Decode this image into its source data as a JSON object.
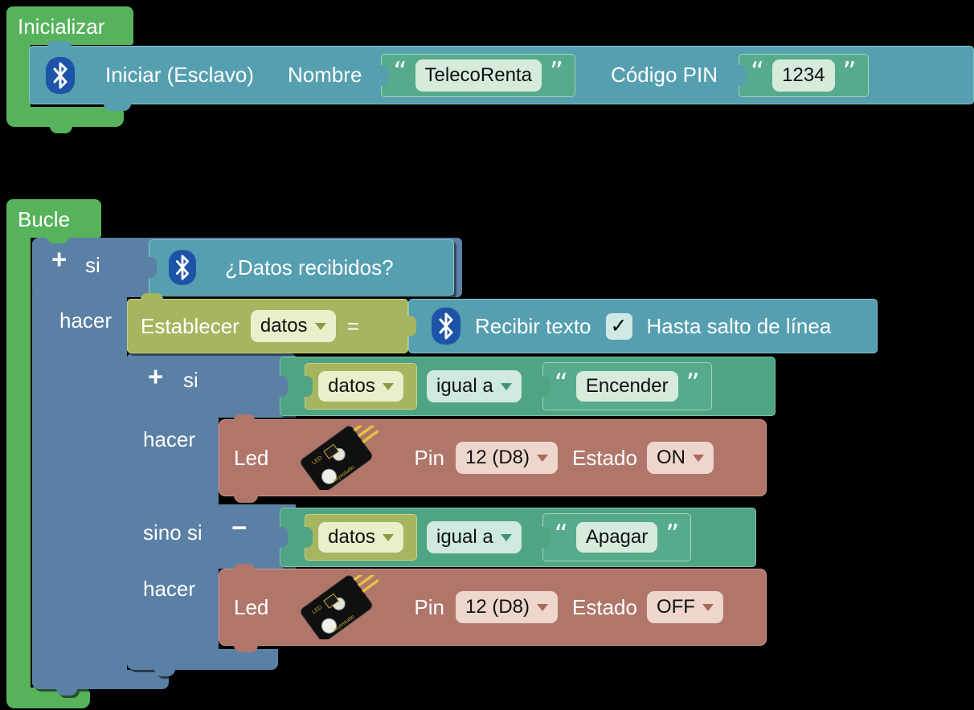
{
  "colors": {
    "bg": "#000000",
    "green": "#57b25c",
    "green-border": "#7fcb82",
    "blue": "#5b80a5",
    "teal": "#569fb0",
    "teal-border": "#84c3cd",
    "olive": "#a6b55f",
    "olive-border": "#c7d385",
    "cgreen": "#4fa484",
    "cgreen-border": "#7cc4a5",
    "sgreen": "#56ab8c",
    "sgreen-border": "#9ed5bb",
    "brown": "#b0766a",
    "brown-border": "#d09a87",
    "bt-blue": "#1d54a8",
    "field-mint": "#d7ebdc",
    "field-cream": "#e9efcb",
    "field-aqua": "#cfe9df",
    "field-pink": "#eed6cc",
    "field-check": "#cfe8e6",
    "arrow-olive": "#8a9b42",
    "arrow-teal": "#3f9376",
    "arrow-brown": "#aa6a5b"
  },
  "quotes": {
    "open": "“",
    "close": "”"
  },
  "init": {
    "hat_label": "Inicializar",
    "start": {
      "label": "Iniciar (Esclavo)",
      "name_label": "Nombre",
      "name_value": "TelecoRenta",
      "pin_label": "Código PIN",
      "pin_value": "1234"
    }
  },
  "loop": {
    "hat_label": "Bucle",
    "if": {
      "plus": "+",
      "si": "si",
      "hacer": "hacer",
      "condition": "¿Datos recibidos?"
    },
    "set": {
      "label": "Establecer",
      "var": "datos",
      "equals": "="
    },
    "receive": {
      "label": "Recibir texto",
      "check": "✓",
      "suffix": "Hasta salto de línea"
    },
    "inner_if": {
      "plus": "+",
      "si": "si",
      "hacer1": "hacer",
      "sino_si": "sino si",
      "minus": "−",
      "hacer2": "hacer",
      "cond1": {
        "var": "datos",
        "op": "igual a",
        "value": "Encender"
      },
      "cond2": {
        "var": "datos",
        "op": "igual a",
        "value": "Apagar"
      },
      "led1": {
        "label": "Led",
        "pin_label": "Pin",
        "pin": "12 (D8)",
        "estado_label": "Estado",
        "estado": "ON"
      },
      "led2": {
        "label": "Led",
        "pin_label": "Pin",
        "pin": "12 (D8)",
        "estado_label": "Estado",
        "estado": "OFF"
      }
    }
  }
}
